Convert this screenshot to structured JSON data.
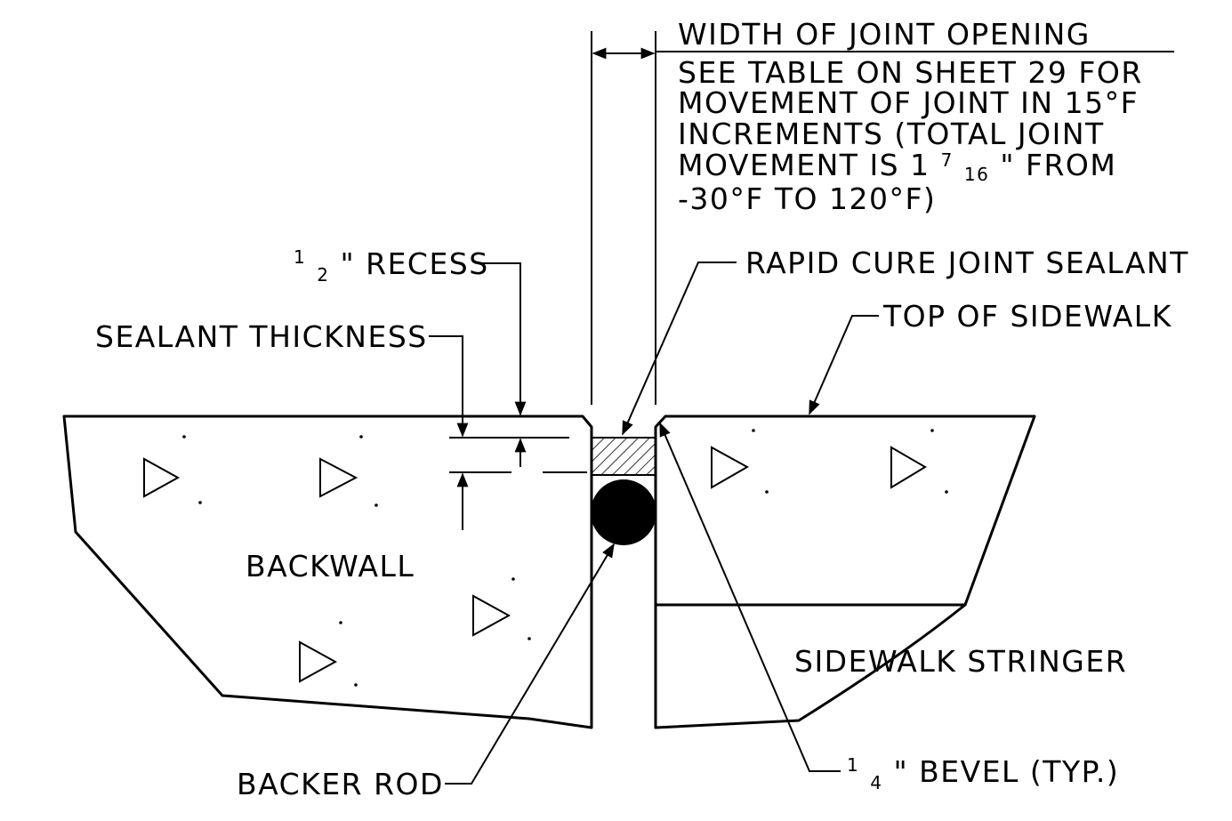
{
  "labels": {
    "joint_width": "WIDTH OF JOINT OPENING",
    "table_note": [
      "SEE TABLE ON SHEET 29 FOR",
      "MOVEMENT OF JOINT IN 15°F",
      "INCREMENTS (TOTAL JOINT",
      "MOVEMENT IS 1 7/16\" FROM",
      "-30°F TO 120°F)"
    ],
    "recess": "1/2\" RECESS",
    "sealant_thickness": "SEALANT THICKNESS",
    "rapid_cure": "RAPID CURE JOINT SEALANT",
    "top_of_sidewalk": "TOP OF SIDEWALK",
    "backwall": "BACKWALL",
    "sidewalk_stringer": "SIDEWALK STRINGER",
    "backer_rod": "BACKER ROD",
    "bevel": "1/4\" BEVEL (TYP.)"
  },
  "display": {
    "table_note_line4_prefix": "MOVEMENT IS 1",
    "table_note_line4_frac_num": "7",
    "table_note_line4_frac_den": "16",
    "table_note_line4_suffix": "\" FROM",
    "recess_frac_num": "1",
    "recess_frac_den": "2",
    "recess_suffix": "\" RECESS",
    "bevel_frac_num": "1",
    "bevel_frac_den": "4",
    "bevel_suffix": "\" BEVEL (TYP.)"
  },
  "colors": {
    "line": "#000000",
    "background": "#ffffff"
  }
}
